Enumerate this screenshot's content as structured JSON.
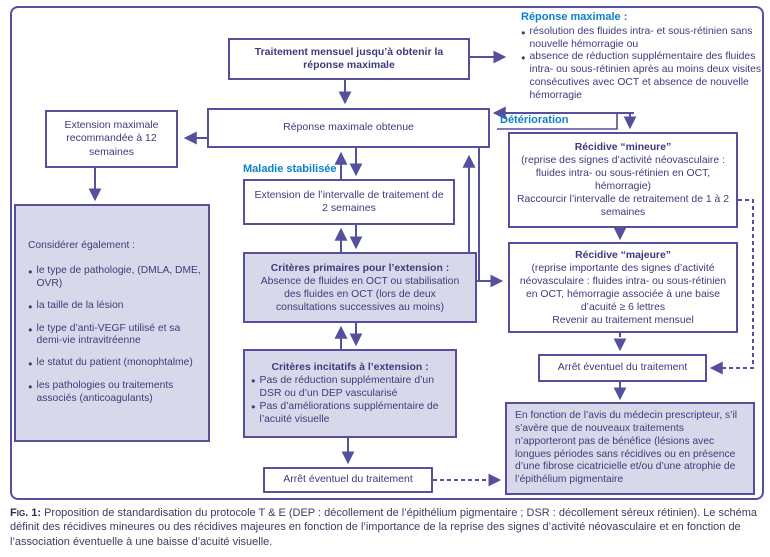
{
  "colors": {
    "border_purple": "#55509c",
    "fill_lavender": "#d9d8ea",
    "label_blue": "#0e81c4",
    "text_indigo": "#3d3b7a"
  },
  "flowchart": {
    "monthly_treatment": {
      "text": "Traitement mensuel jusqu’à obtenir la réponse maximale"
    },
    "max_response_note": {
      "title": "Réponse maximale :",
      "bullets": [
        "résolution des fluides intra- et sous-rétinien sans nouvelle hémorragie ou",
        "absence de réduction supplémentaire des fluides intra- ou sous-rétinien après au moins deux visites consécutives avec OCT et absence de nouvelle hémorragie"
      ]
    },
    "max_extension": {
      "text": "Extension maximale recommandée à 12 semaines"
    },
    "max_response_obtained": {
      "text": "Réponse maximale obtenue"
    },
    "stabilized_label": "Maladie stabilisée",
    "deterioration_label": "Détérioration",
    "interval_extension": {
      "text": "Extension de l’intervalle de traitement de 2 semaines"
    },
    "primary_criteria": {
      "title": "Critères primaires pour l’extension :",
      "body": "Absence de fluides en OCT ou stabilisation des fluides en OCT (lors de deux consultations successives au moins)"
    },
    "incentive_criteria": {
      "title": "Critères incitatifs à l’extension :",
      "bullets": [
        "Pas de réduction supplémentaire d’un DSR ou d’un DEP vascularisé",
        "Pas d’améliorations supplémentaire de l’acuité visuelle"
      ]
    },
    "consider": {
      "title": "Considérer également :",
      "bullets": [
        "le type de pathologie, (DMLA, DME, OVR)",
        "la taille de la lésion",
        "le type d’anti-VEGF utilisé et sa demi-vie intravitréenne",
        "le statut du patient (monophtalme)",
        "les pathologies ou traitements associés (anticoagulants)"
      ]
    },
    "minor_recurrence": {
      "title": "Récidive “mineure”",
      "body": "(reprise des signes d’activité néovasculaire : fluides intra- ou sous-rétinien en OCT, hémorragie)",
      "action": "Raccourcir l’intervalle de retraitement de 1 à 2 semaines"
    },
    "major_recurrence": {
      "title": "Récidive “majeure”",
      "body": "(reprise importante des signes d’activité néovasculaire : fluides intra- ou sous-rétinien en OCT, hémorragie associée à une baise d’acuité ≥ 6 lettres",
      "action": "Revenir au traitement mensuel"
    },
    "stop_center": {
      "text": "Arrêt éventuel du traitement"
    },
    "stop_right": {
      "text": "Arrêt éventuel du traitement"
    },
    "physician_note": {
      "text": "En fonction de l’avis du médecin prescripteur, s’il s’avère que de nouveaux traitements n’apporteront pas de bénéfice (lésions avec longues périodes sans récidives ou en présence d’une fibrose cicatricielle et/ou d’une atrophie de l’épithélium pigmentaire"
    }
  },
  "caption": {
    "label": "Fig. 1:",
    "text": "Proposition de standardisation du protocole T & E (DEP : décollement de l’épithélium pigmentaire ; DSR : décollement séreux rétinien). Le schéma définit des récidives mineures ou des récidives majeures en fonction de l’importance de la reprise des signes d’activité néovasculaire et en fonction de l’association éventuelle à une baisse d’acuité visuelle."
  }
}
